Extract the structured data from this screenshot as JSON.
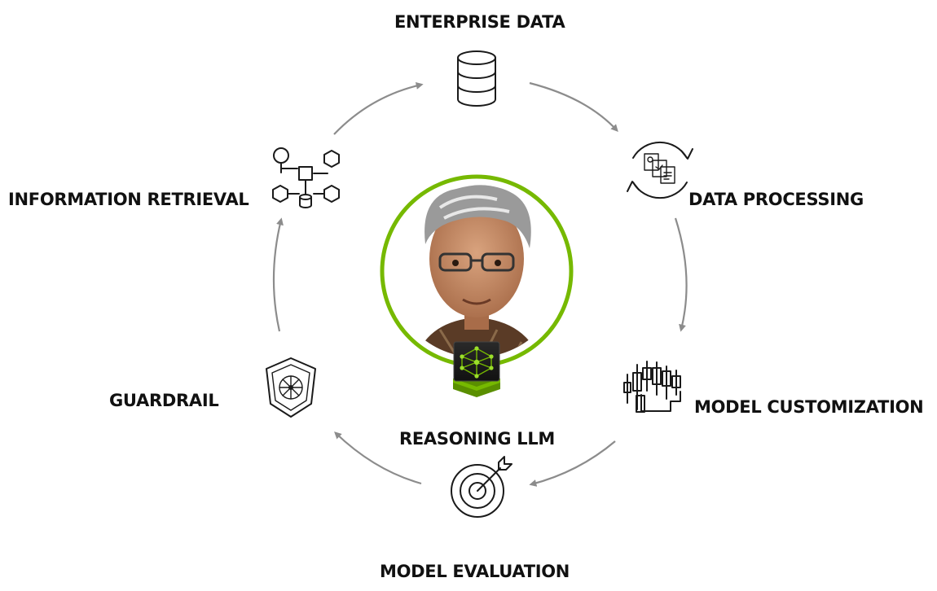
{
  "diagram": {
    "center_label": "REASONING LLM",
    "accent_color": "#76b900",
    "steps": [
      {
        "label": "ENTERPRISE DATA",
        "icon": "database-icon"
      },
      {
        "label": "DATA PROCESSING",
        "icon": "document-refresh-icon"
      },
      {
        "label": "MODEL CUSTOMIZATION",
        "icon": "candlestick-flow-icon"
      },
      {
        "label": "MODEL EVALUATION",
        "icon": "target-icon"
      },
      {
        "label": "GUARDRAIL",
        "icon": "shield-network-icon"
      },
      {
        "label": "INFORMATION RETRIEVAL",
        "icon": "retrieval-graph-icon"
      }
    ],
    "center_images": [
      "avatar",
      "neural-chip-icon"
    ]
  }
}
